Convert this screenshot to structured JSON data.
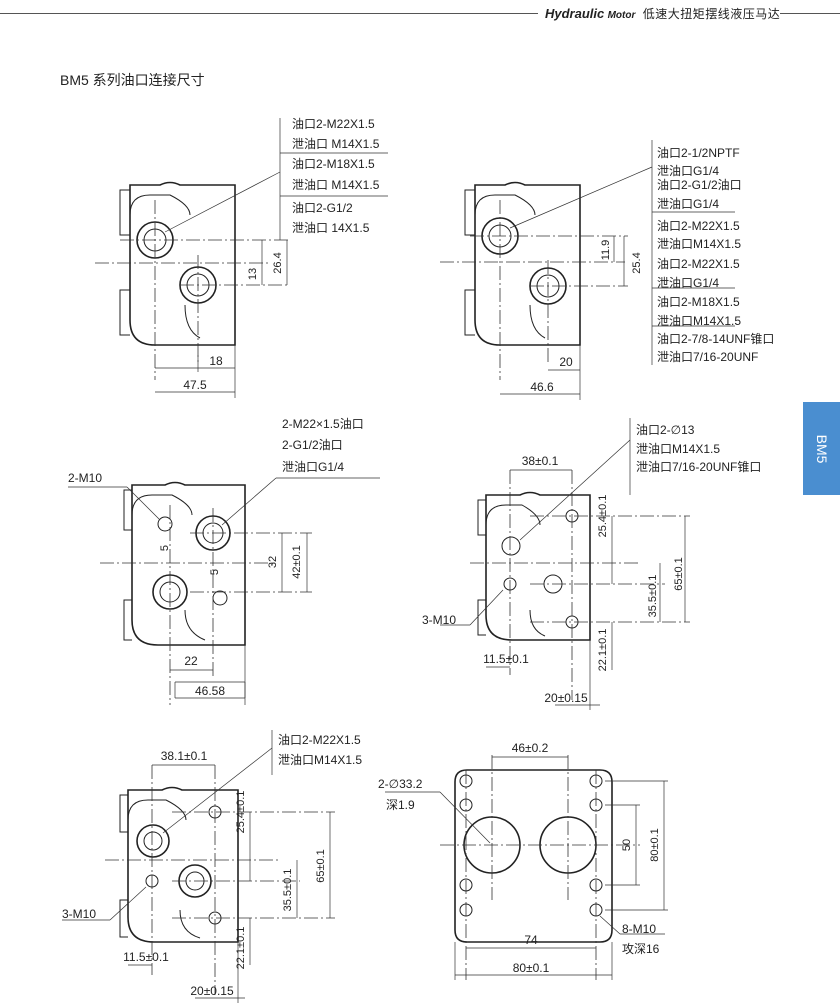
{
  "header": {
    "brand": "Hydraulic",
    "brand_sub": "Motor",
    "subtitle": "低速大扭矩摆线液压马达"
  },
  "section_title": "BM5 系列油口连接尺寸",
  "side_tab": "BM5",
  "fig1": {
    "callouts": [
      "油口2-M22X1.5",
      "泄油口 M14X1.5",
      "油口2-M18X1.5",
      "泄油口 M14X1.5",
      "油口2-G1/2",
      "泄油口 14X1.5"
    ],
    "dims": {
      "d13": "13",
      "d26": "26.4",
      "d18": "18",
      "d47": "47.5"
    }
  },
  "fig2": {
    "callouts": [
      "油口2-1/2NPTF",
      "泄油口G1/4",
      "油口2-G1/2油口",
      "泄油口G1/4",
      "油口2-M22X1.5",
      "泄油口M14X1.5",
      "油口2-M22X1.5",
      "泄油口G1/4",
      "油口2-M18X1.5",
      "泄油口M14X1.5",
      "油口2-7/8-14UNF锥口",
      "泄油口7/16-20UNF"
    ],
    "dims": {
      "d11": "11.9",
      "d25": "25.4",
      "d20": "20",
      "d46": "46.6"
    }
  },
  "fig3": {
    "callouts": [
      "2-M22×1.5油口",
      "2-G1/2油口",
      "泄油口G1/4"
    ],
    "thread": "2-M10",
    "dims": {
      "d5a": "5",
      "d5b": "5",
      "d32": "32",
      "d42": "42±0.1",
      "d22": "22",
      "d46": "46.58"
    }
  },
  "fig4": {
    "callouts": [
      "油口2-∅13",
      "泄油口M14X1.5",
      "泄油口7/16-20UNF锥口"
    ],
    "thread": "3-M10",
    "dims": {
      "d38": "38±0.1",
      "d25": "25.4±0.1",
      "d65": "65±0.1",
      "d35": "35.5±0.1",
      "d22": "22.1±0.1",
      "d11": "11.5±0.1",
      "d20": "20±0.15"
    }
  },
  "fig5": {
    "callouts": [
      "油口2-M22X1.5",
      "泄油口M14X1.5"
    ],
    "thread": "3-M10",
    "dims": {
      "d38": "38.1±0.1",
      "d25": "25.4±0.1",
      "d65": "65±0.1",
      "d35": "35.5±0.1",
      "d22": "22.1±0.1",
      "d11": "11.5±0.1",
      "d20": "20±0.15"
    }
  },
  "fig6": {
    "port": "2-∅33.2",
    "depth": "深1.9",
    "thread": "8-M10",
    "thread_depth": "攻深16",
    "dims": {
      "d46": "46±0.2",
      "d50": "50",
      "d80v": "80±0.1",
      "d74": "74",
      "d80h": "80±0.1"
    }
  }
}
